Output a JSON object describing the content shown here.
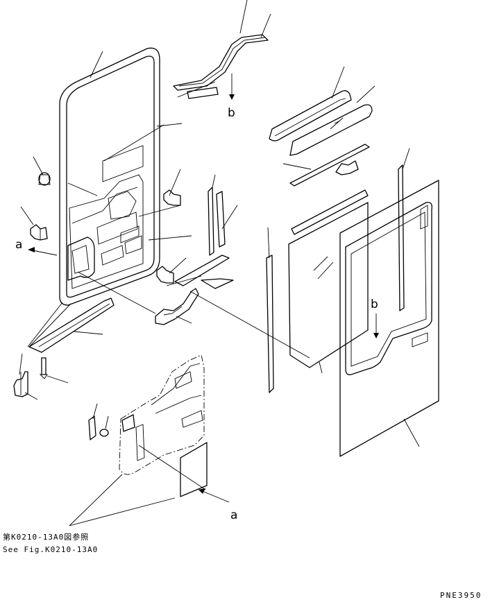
{
  "labels": {
    "callout_a_left": "a",
    "callout_a_bottom": "a",
    "callout_b_top": "b",
    "callout_b_right": "b"
  },
  "reference_note": {
    "line_jp": "第K0210-13A0図参照",
    "line_en": "See Fig.K0210-13A0"
  },
  "drawing_code": "PNE3950",
  "colors": {
    "line": "#000000",
    "background": "#ffffff"
  }
}
